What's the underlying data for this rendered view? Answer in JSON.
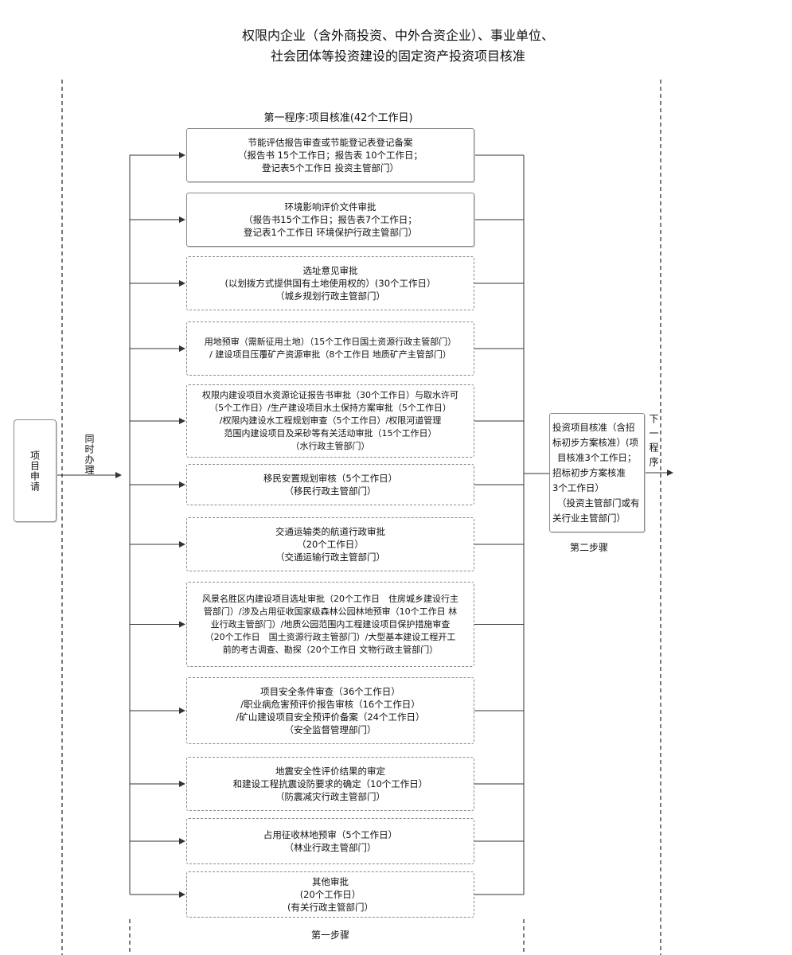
{
  "title": {
    "line1": "权限内企业（含外商投资、中外合资企业）、事业单位、",
    "line2": "社会团体等投资建设的固定资产投资项目核准"
  },
  "phase1_label": "第一程序:项目核准(42个工作日)",
  "apply_box": "项目申请",
  "simultaneous": "同时办理",
  "step1_label": "第一步骤",
  "step2_label": "第二步骤",
  "next_label": "下一程序",
  "approvals": [
    {
      "lines": [
        "节能评估报告审查或节能登记表登记备案",
        "（报告书 15个工作日；报告表 10个工作日；",
        "登记表5个工作日 投资主管部门）"
      ]
    },
    {
      "lines": [
        "环境影响评价文件审批",
        "（报告书15个工作日；报告表7个工作日；",
        "登记表1个工作日 环境保护行政主管部门）"
      ]
    },
    {
      "lines": [
        "选址意见审批",
        "(以划拨方式提供国有土地使用权的）(30个工作日）",
        "（城乡规划行政主管部门）"
      ]
    },
    {
      "lines": [
        "用地预审（需新征用土地）（15个工作日国土资源行政主管部门）",
        "/ 建设项目压覆矿产资源审批（8个工作日 地质矿产主管部门）"
      ]
    },
    {
      "lines": [
        "权限内建设项目水资源论证报告书审批（30个工作日）与取水许可",
        "（5个工作日）/生产建设项目水土保持方案审批（5个工作日）",
        "/权限内建设水工程规划审查（5个工作日）/权限河道管理",
        "范围内建设项目及采砂等有关活动审批（15个工作日）",
        "（水行政主管部门）"
      ]
    },
    {
      "lines": [
        "移民安置规划审核（5个工作日）",
        "（移民行政主管部门）"
      ]
    },
    {
      "lines": [
        "交通运输类的航道行政审批",
        "（20个工作日）",
        "（交通运输行政主管部门）"
      ]
    },
    {
      "lines": [
        "风景名胜区内建设项目选址审批（20个工作日　住房城乡建设行主",
        "管部门）/涉及占用征收国家级森林公园林地预审（10个工作日 林",
        "业行政主管部门）/地质公园范围内工程建设项目保护措施审查",
        "（20个工作日　国土资源行政主管部门）/大型基本建设工程开工",
        "前的考古调查、勘探（20个工作日 文物行政主管部门）"
      ]
    },
    {
      "lines": [
        "项目安全条件审查（36个工作日）",
        "/职业病危害预评价报告审核（16个工作日）",
        "/矿山建设项目安全预评价备案（24个工作日）",
        "（安全监督管理部门）"
      ]
    },
    {
      "lines": [
        "地震安全性评价结果的审定",
        "和建设工程抗震设防要求的确定（10个工作日）",
        "（防震减灾行政主管部门）"
      ]
    },
    {
      "lines": [
        "占用征收林地预审（5个工作日）",
        "（林业行政主管部门）"
      ]
    },
    {
      "lines": [
        "其他审批",
        "(20个工作日）",
        "(有关行政主管部门）"
      ]
    }
  ],
  "investment_box": {
    "lines": [
      "投资项目核准（含招",
      "标初步方案核准）(项",
      "目核准3个工作日；",
      "招标初步方案核准",
      "3个工作日）",
      "（投资主管部门或有",
      "关行业主管部门）"
    ]
  }
}
